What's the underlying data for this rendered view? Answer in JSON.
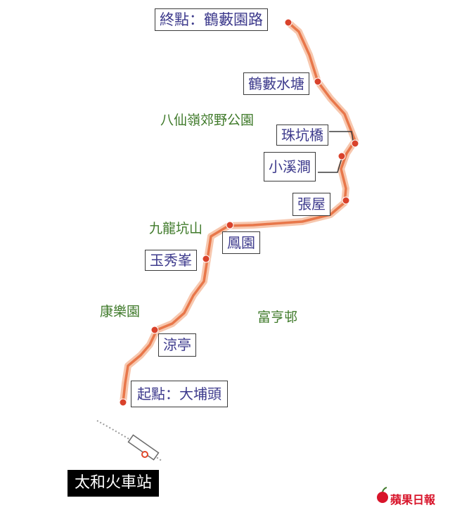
{
  "route": {
    "start_label": "起點：大埔頭",
    "end_label": "終點：鶴藪園路",
    "stops": [
      "鶴藪水塘",
      "珠坑橋",
      "小溪澗",
      "張屋",
      "鳳園",
      "玉秀峯",
      "涼亭"
    ]
  },
  "areas": [
    "八仙嶺郊野公園",
    "九龍坑山",
    "康樂園",
    "富亨邨"
  ],
  "station": {
    "label": "太和火車站"
  },
  "credit": {
    "label": "蘋果日報"
  },
  "colors": {
    "trail": "#e8774a",
    "trail_glow": "#f7c7ae",
    "point": "#d9422b",
    "label_text": "#3d3a8c",
    "area_text": "#3f7a2a",
    "rail": "#9a9a9a",
    "station_marker": "#e0482a"
  },
  "icons": [
    "apple-logo-icon"
  ]
}
